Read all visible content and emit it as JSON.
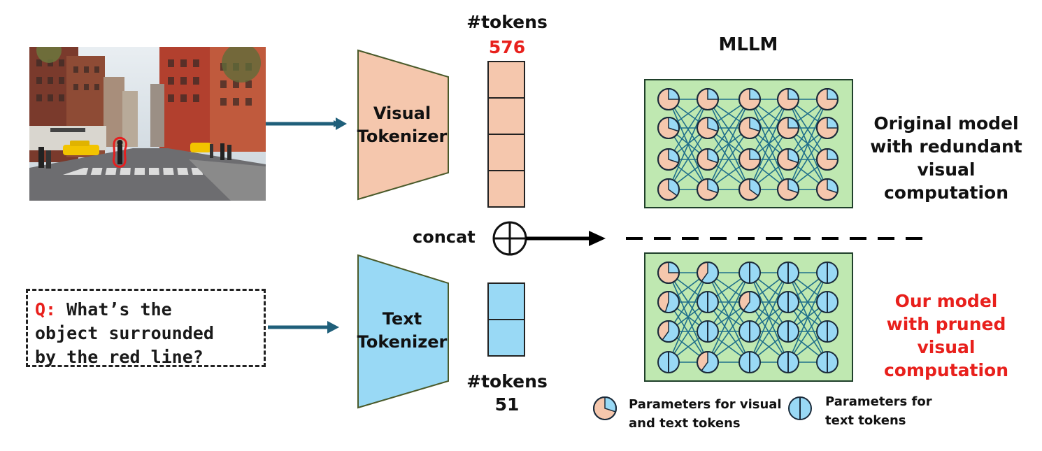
{
  "image": {
    "description_icon": "street-photo-with-red-outline"
  },
  "question": {
    "prefix": "Q:",
    "line1": " What’s the",
    "line2": "object surrounded",
    "line3": "by the red line?"
  },
  "visual_tokenizer": {
    "line1": "Visual",
    "line2": "Tokenizer"
  },
  "text_tokenizer": {
    "line1": "Text",
    "line2": "Tokenizer"
  },
  "visual_tokens": {
    "label": "#tokens",
    "count": "576"
  },
  "text_tokens": {
    "label": "#tokens",
    "count": "51"
  },
  "concat_label": "concat",
  "mllm_title": "MLLM",
  "original_model": {
    "line1": "Original model",
    "line2": "with redundant",
    "line3": "visual computation"
  },
  "our_model": {
    "line1": "Our model",
    "line2": "with pruned visual",
    "line3": "computation"
  },
  "legend": {
    "mixed": {
      "line1": "Parameters for visual",
      "line2": "and text tokens"
    },
    "text": {
      "line1": "Parameters for",
      "line2": "text tokens"
    }
  },
  "colors": {
    "visual": "#f5c7ad",
    "text": "#99d9f5",
    "panel": "#bfe8b1",
    "arrow_blue": "#1f5f7a",
    "red": "#e8201c"
  }
}
